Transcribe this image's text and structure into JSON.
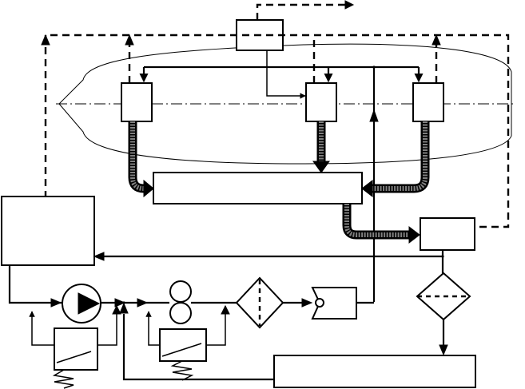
{
  "diagram": {
    "title": "",
    "blocks": {
      "top_unit": "",
      "sensor_left": "",
      "sensor_middle": "",
      "sensor_right": "",
      "manifold": "",
      "left_tank": "",
      "right_unit": "",
      "bottom_tank": "",
      "regulator_left": "",
      "regulator_right": "",
      "check_valve": ""
    },
    "symbols": {
      "pump": "pump-symbol",
      "flowmeter": "flowmeter-symbol",
      "filter": "filter-symbol",
      "separator": "separator-symbol",
      "spring": "spring-symbol"
    },
    "colors": {
      "line": "#000000",
      "pipe_fill": "#808080",
      "background": "#ffffff"
    }
  }
}
